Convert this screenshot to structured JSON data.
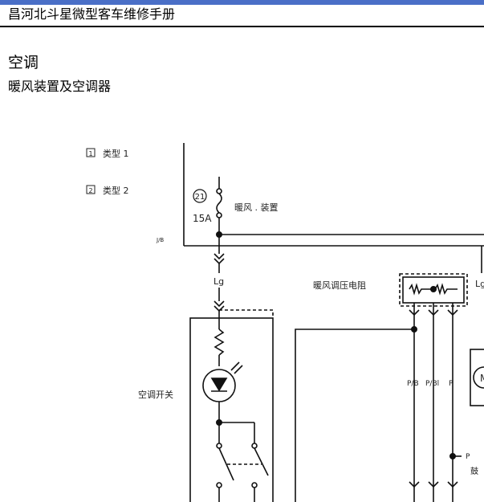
{
  "document": {
    "header": "昌河北斗星微型客车维修手册",
    "section_title": "空调",
    "section_subtitle": "暖风装置及空调器"
  },
  "diagram": {
    "legend": [
      {
        "number": "1",
        "label": "类型 1"
      },
      {
        "number": "2",
        "label": "类型 2"
      }
    ],
    "fuse_number": "21",
    "fuse_rating": "15A",
    "fuse_label": "暖风 . 装置",
    "jb_label": "J/B",
    "wire_lg": "Lg",
    "wire_lg_right": "Lg",
    "resistor_label": "暖风调压电阻",
    "switch_label": "空调开关",
    "wire_pb": "P/B",
    "wire_pbl": "P/Bl",
    "wire_p": "P",
    "wire_p_right": "P",
    "motor_symbol": "M",
    "blower_label_partial": "鼓"
  }
}
